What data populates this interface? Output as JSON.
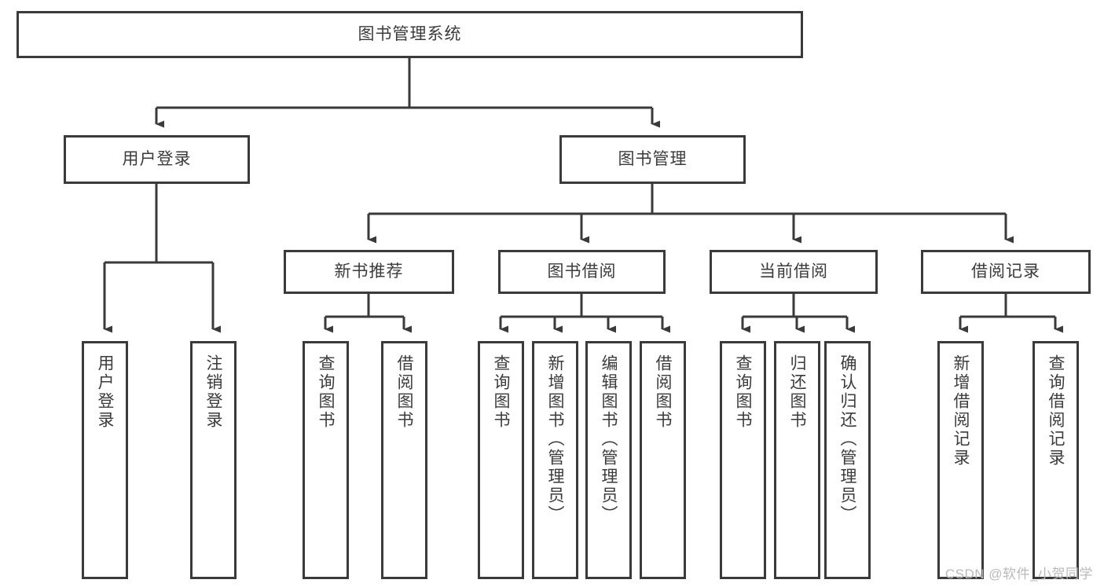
{
  "diagram": {
    "title": "图书管理系统",
    "watermark": "CSDN @软件_小贺同学",
    "root": {
      "label": "图书管理系统"
    },
    "level1": [
      {
        "label": "用户登录"
      },
      {
        "label": "图书管理"
      }
    ],
    "level2": [
      {
        "label": "新书推荐"
      },
      {
        "label": "图书借阅"
      },
      {
        "label": "当前借阅"
      },
      {
        "label": "借阅记录"
      }
    ],
    "leaves_user_login": [
      {
        "label": "用户登录"
      },
      {
        "label": "注销登录"
      }
    ],
    "leaves_new_books": [
      {
        "label": "查询图书"
      },
      {
        "label": "借阅图书"
      }
    ],
    "leaves_borrow": [
      {
        "label": "查询图书"
      },
      {
        "label": "新增图书（管理员）"
      },
      {
        "label": "编辑图书（管理员）"
      },
      {
        "label": "借阅图书"
      }
    ],
    "leaves_current": [
      {
        "label": "查询图书"
      },
      {
        "label": "归还图书"
      },
      {
        "label": "确认归还（管理员）"
      }
    ],
    "leaves_records": [
      {
        "label": "新增借阅记录"
      },
      {
        "label": "查询借阅记录"
      }
    ],
    "colors": {
      "stroke": "#3a3a3a",
      "text": "#3b3b3b",
      "background": "#ffffff",
      "watermark": "#b9b9b9"
    }
  }
}
